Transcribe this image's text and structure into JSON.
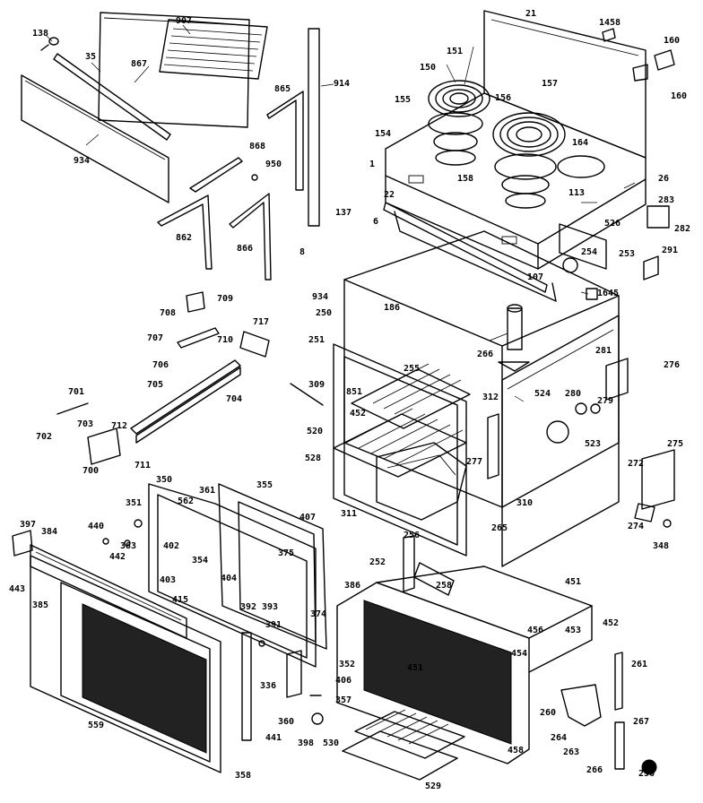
{
  "diagram": {
    "labels": {
      "l138": "138",
      "l907": "907",
      "l35": "35",
      "l867": "867",
      "l934": "934",
      "l914": "914",
      "l865": "865",
      "l868": "868",
      "l950": "950",
      "l862": "862",
      "l866": "866",
      "l21": "21",
      "l1458": "1458",
      "l160a": "160",
      "l160b": "160",
      "l151": "151",
      "l150": "150",
      "l157": "157",
      "l155": "155",
      "l156": "156",
      "l154": "154",
      "l164": "164",
      "l1": "1",
      "l158": "158",
      "l26": "26",
      "l113": "113",
      "l22": "22",
      "l137": "137",
      "l6": "6",
      "l283": "283",
      "l526": "526",
      "l282": "282",
      "l254": "254",
      "l253": "253",
      "l107": "107",
      "l8": "8",
      "l934b": "934",
      "l291": "291",
      "l1645": "1645",
      "l709": "709",
      "l708": "708",
      "l250": "250",
      "l186": "186",
      "l717": "717",
      "l707": "707",
      "l710": "710",
      "l251": "251",
      "l266": "266",
      "l281": "281",
      "l706": "706",
      "l255": "255",
      "l276": "276",
      "l704": "704",
      "l705": "705",
      "l309": "309",
      "l524": "524",
      "l280": "280",
      "l851": "851",
      "l312": "312",
      "l701": "701",
      "l452a": "452",
      "l279": "279",
      "l712": "712",
      "l703": "703",
      "l520": "520",
      "l523": "523",
      "l702": "702",
      "l528": "528",
      "l275": "275",
      "l700": "700",
      "l711": "711",
      "l277": "277",
      "l272": "272",
      "l350": "350",
      "l355": "355",
      "l562": "562",
      "l361": "361",
      "l310": "310",
      "l351": "351",
      "l407": "407",
      "l311": "311",
      "l397": "397",
      "l440": "440",
      "l274": "274",
      "l384": "384",
      "l402": "402",
      "l375": "375",
      "l265": "265",
      "l348": "348",
      "l383": "383",
      "l256": "256",
      "l442": "442",
      "l354": "354",
      "l252": "252",
      "l403": "403",
      "l404": "404",
      "l258": "258",
      "l451a": "451",
      "l443": "443",
      "l415": "415",
      "l374": "374",
      "l386": "386",
      "l385": "385",
      "l392": "392",
      "l393": "393",
      "l452b": "452",
      "l456": "456",
      "l391": "391",
      "l453": "453",
      "l454": "454",
      "l451b": "451",
      "l261": "261",
      "l352": "352",
      "l336": "336",
      "l406": "406",
      "l357": "357",
      "l260": "260",
      "l559": "559",
      "l360": "360",
      "l441": "441",
      "l398": "398",
      "l530": "530",
      "l264": "264",
      "l458": "458",
      "l267": "267",
      "l263": "263",
      "l358": "358",
      "l529": "529",
      "l266b": "266",
      "l256b": "256"
    }
  }
}
